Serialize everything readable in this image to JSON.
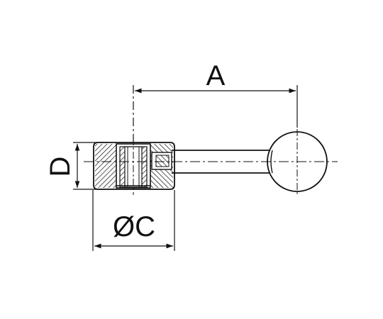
{
  "drawing": {
    "labels": {
      "length": "A",
      "height": "D",
      "diameter": "ØC"
    },
    "colors": {
      "line": "#111111",
      "background": "#ffffff"
    }
  }
}
